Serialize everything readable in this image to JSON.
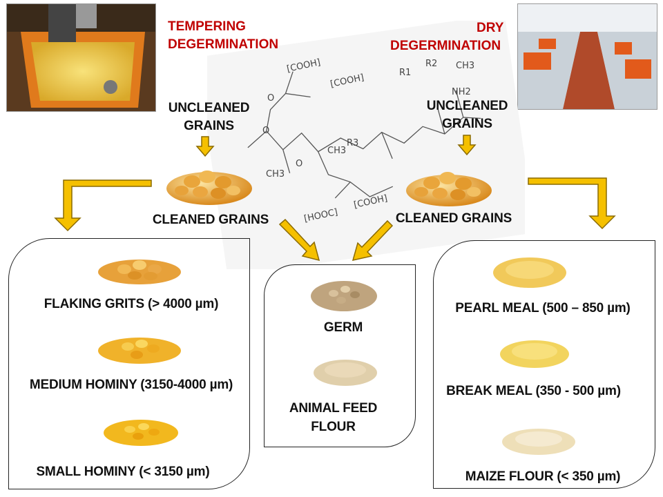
{
  "headers": {
    "left_title_1": "TEMPERING",
    "left_title_2": "DEGERMINATION",
    "right_title_1": "DRY",
    "right_title_2": "DEGERMINATION"
  },
  "left_branch": {
    "uncleaned_1": "UNCLEANED",
    "uncleaned_2": "GRAINS",
    "cleaned": "CLEANED GRAINS"
  },
  "right_branch": {
    "uncleaned_1": "UNCLEANED",
    "uncleaned_2": "GRAINS",
    "cleaned": "CLEANED GRAINS"
  },
  "left_box": {
    "items": [
      "FLAKING GRITS (> 4000 µm)",
      "MEDIUM HOMINY (3150-4000 µm)",
      "SMALL HOMINY (< 3150 µm)"
    ]
  },
  "middle_box": {
    "items": [
      "GERM",
      "ANIMAL FEED",
      "FLOUR"
    ]
  },
  "right_box": {
    "items": [
      "PEARL MEAL (500 – 850 µm)",
      "BREAK MEAL (350 - 500 µm)",
      "MAIZE FLOUR (< 350 µm)"
    ]
  },
  "molecule": {
    "labels": [
      "[COOH]",
      "[COOH]",
      "R1",
      "R2",
      "CH3",
      "NH2",
      "O",
      "O",
      "O",
      "CH3",
      "CH3",
      "R3",
      "[HOOC]",
      "[COOH]"
    ]
  },
  "colors": {
    "arrow_fill": "#f5c000",
    "arrow_stroke": "#8a6a00",
    "title_red": "#c00000"
  }
}
